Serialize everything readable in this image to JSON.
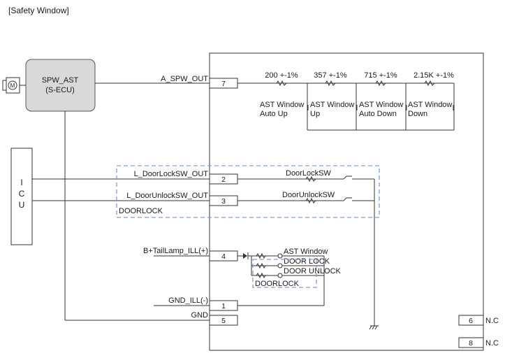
{
  "title": "[Safety Window]",
  "ecu": {
    "line1": "SPW_AST",
    "line2": "(S-ECU)"
  },
  "icu": {
    "letters": [
      "I",
      "C",
      "U"
    ]
  },
  "pins": [
    {
      "number": "7",
      "signal": "A_SPW_OUT"
    },
    {
      "number": "2",
      "signal": "L_DoorLockSW_OUT"
    },
    {
      "number": "3",
      "signal": "L_DoorUnlockSW_OUT"
    },
    {
      "number": "4",
      "signal": "B+TailLamp_ILL(+)"
    },
    {
      "number": "1",
      "signal": "GND_ILL(-)"
    },
    {
      "number": "5",
      "signal": "GND"
    },
    {
      "number": "6",
      "signal": "N.C"
    },
    {
      "number": "8",
      "signal": "N.C"
    }
  ],
  "resistor_ladder": [
    {
      "value": "200 +-1%",
      "switch_line1": "AST Window",
      "switch_line2": "Auto Up"
    },
    {
      "value": "357 +-1%",
      "switch_line1": "AST Window",
      "switch_line2": "Up"
    },
    {
      "value": "715 +-1%",
      "switch_line1": "AST Window",
      "switch_line2": "Auto Down"
    },
    {
      "value": "2.15K +-1%",
      "switch_line1": "AST Window",
      "switch_line2": "Down"
    }
  ],
  "door_switches": {
    "lock": "DoorLockSW",
    "unlock": "DoorUnlockSW",
    "group": "DOORLOCK"
  },
  "illumination": {
    "items": [
      "AST Window",
      "DOOR LOCK",
      "DOOR UNLOCK"
    ],
    "group": "DOORLOCK"
  }
}
